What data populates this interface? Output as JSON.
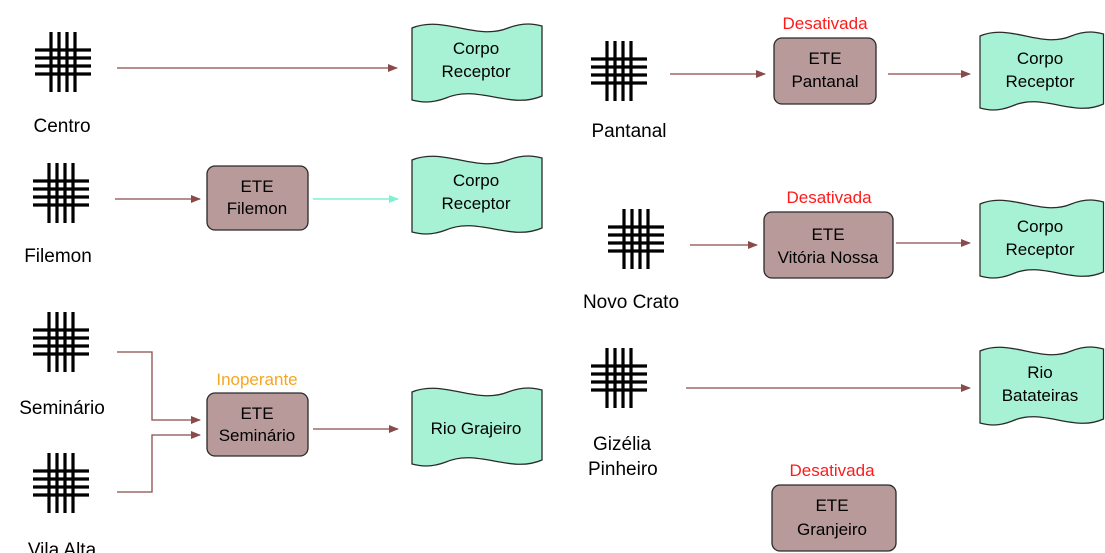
{
  "colors": {
    "ete_fill": "#b89a9a",
    "receptor_fill": "#a7f2d4",
    "arrow": "#8b4a4a",
    "arrow_treated": "#7ff0d2",
    "status_desativada": "#ff1a1a",
    "status_inoperante": "#f5a623"
  },
  "icons": {
    "neighborhood": "grid-hash-icon",
    "receptor": "wavy-document-icon"
  },
  "neighborhoods": {
    "centro": "Centro",
    "filemon": "Filemon",
    "seminario": "Seminário",
    "vila_alta": "Vila Alta",
    "pantanal": "Pantanal",
    "novo_crato": "Novo Crato",
    "gizelia": [
      "Gizélia",
      "Pinheiro"
    ]
  },
  "stations": {
    "filemon": [
      "ETE",
      "Filemon"
    ],
    "seminario": [
      "ETE",
      "Seminário"
    ],
    "pantanal": [
      "ETE",
      "Pantanal"
    ],
    "vitoria": [
      "ETE",
      "Vitória Nossa"
    ],
    "granjeiro": [
      "ETE",
      "Granjeiro"
    ]
  },
  "status": {
    "seminario": "Inoperante",
    "pantanal": "Desativada",
    "vitoria": "Desativada",
    "granjeiro": "Desativada"
  },
  "receptors": {
    "centro": [
      "Corpo",
      "Receptor"
    ],
    "filemon": [
      "Corpo",
      "Receptor"
    ],
    "grajeiro": [
      "Rio Grajeiro"
    ],
    "pantanal": [
      "Corpo",
      "Receptor"
    ],
    "vitoria": [
      "Corpo",
      "Receptor"
    ],
    "bateiras": [
      "Rio",
      "Batateiras"
    ]
  }
}
